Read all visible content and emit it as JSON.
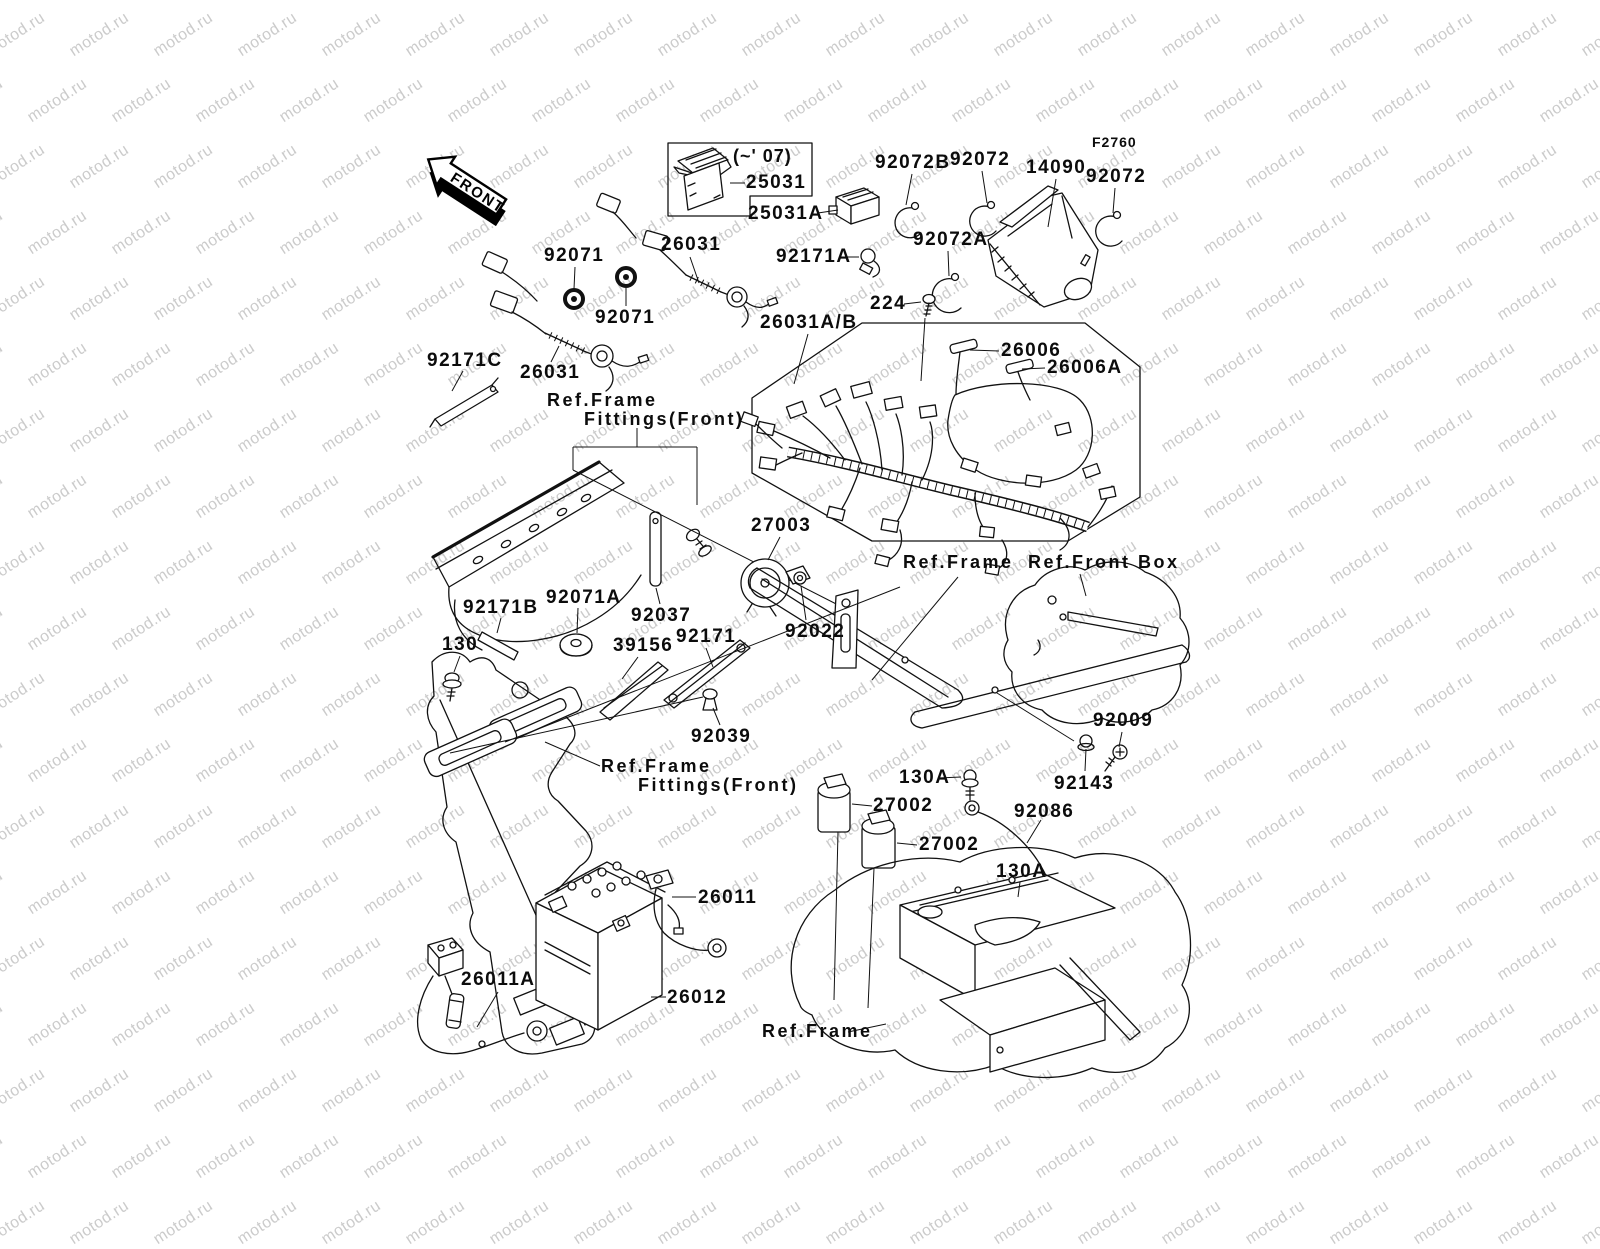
{
  "watermark": {
    "text": "motod.ru",
    "color": "#cbcbcb"
  },
  "figure": {
    "front_marker": "FRONT",
    "code": "F2760",
    "model_note": "(~' 07)"
  },
  "labels": {
    "p25031": "25031",
    "p25031a": "25031A",
    "p92072b": "92072B",
    "p92072_1": "92072",
    "p14090": "14090",
    "p92072_2": "92072",
    "p92072a": "92072A",
    "p92071_1": "92071",
    "p26031_1": "26031",
    "p92171a": "92171A",
    "p224": "224",
    "p92071_2": "92071",
    "p26031ab": "26031A/B",
    "p26006": "26006",
    "p26006a": "26006A",
    "p92171c": "92171C",
    "p26031_2": "26031",
    "p27003": "27003",
    "p92171b": "92171B",
    "p92071a": "92071A",
    "p92037": "92037",
    "p130": "130",
    "p39156": "39156",
    "p92171": "92171",
    "p92022": "92022",
    "p92039": "92039",
    "p92009": "92009",
    "p130a_1": "130A",
    "p92143": "92143",
    "p27002_1": "27002",
    "p92086": "92086",
    "p27002_2": "27002",
    "p130a_2": "130A",
    "p26011": "26011",
    "p26011a": "26011A",
    "p26012": "26012"
  },
  "ref_labels": {
    "frame_fittings_front_top": [
      "Ref.Frame",
      "Fittings(Front)"
    ],
    "frame_mid": "Ref.Frame",
    "front_box": "Ref.Front Box",
    "frame_fittings_front_bottom": [
      "Ref.Frame",
      "Fittings(Front)"
    ],
    "frame_bottom": "Ref.Frame"
  }
}
